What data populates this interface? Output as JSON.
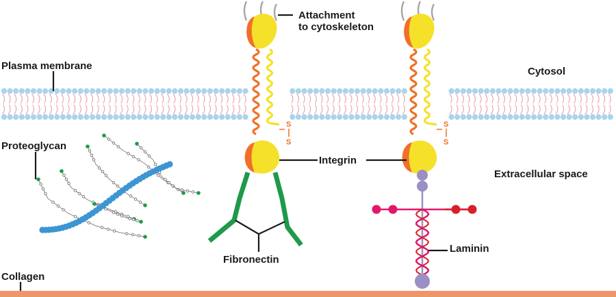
{
  "labels": {
    "attachment_line1": "Attachment",
    "attachment_line2": "to cytoskeleton",
    "plasma_membrane": "Plasma membrane",
    "cytosol": "Cytosol",
    "proteoglycan": "Proteoglycan",
    "integrin": "Integrin",
    "extracellular_space": "Extracellular space",
    "fibronectin": "Fibronectin",
    "laminin": "Laminin",
    "collagen": "Collagen",
    "disulfide_s": "S"
  },
  "colors": {
    "membrane_head": "#a9d4ec",
    "membrane_tail": "#e8a3a8",
    "integrin_alpha": "#f07027",
    "integrin_beta": "#f5e12a",
    "fibronectin": "#1e9a49",
    "laminin_purple": "#9b8fc4",
    "laminin_magenta": "#e0186b",
    "laminin_red": "#d8202b",
    "proteoglycan_core": "#3d95d2",
    "proteoglycan_green": "#1b9a4a",
    "collagen": "#f0956b",
    "actin": "#a6a6a6",
    "leader": "#1a1a1a"
  }
}
